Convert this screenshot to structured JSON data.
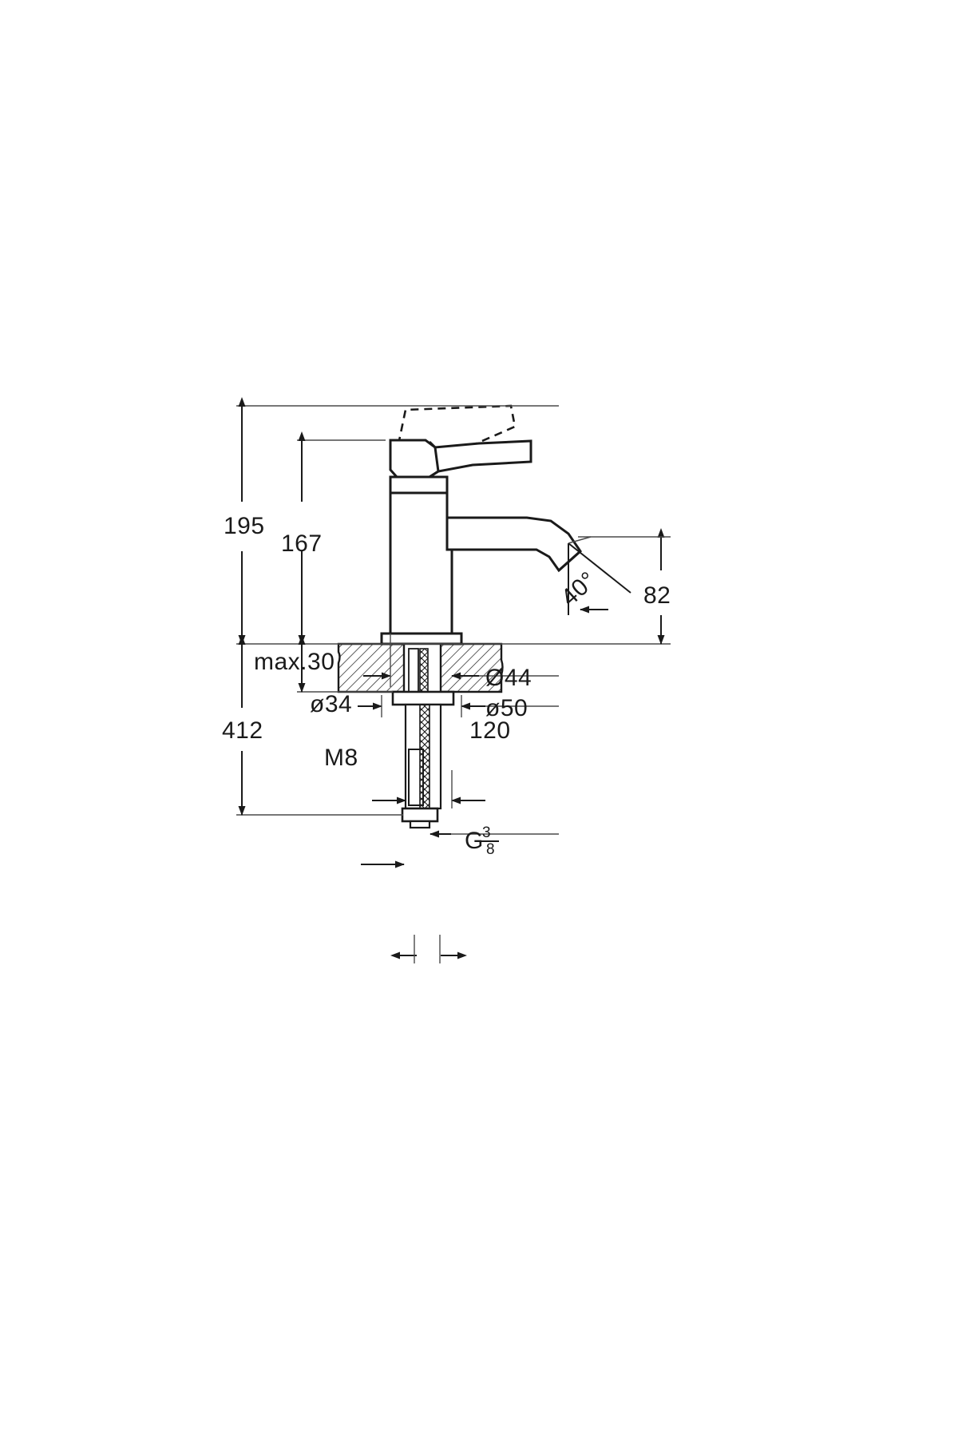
{
  "document": {
    "type": "technical-drawing",
    "subject": "basin-mixer-faucet-dimensional-drawing",
    "background_color": "#ffffff",
    "line_color": "#1a1a1a",
    "dim_line_color": "#4a4a4a"
  },
  "dimensions": {
    "overall_height": "195",
    "spout_height": "167",
    "body_diameter": "Ø44",
    "base_diameter": "ø50",
    "spout_reach_angle": "40°",
    "spout_offset": "82",
    "max_counter_thickness": "max.30",
    "washer_diameter": "ø34",
    "total_length": "412",
    "hose_length": "120",
    "stud_thread": "M8",
    "supply_thread_prefix": "G",
    "supply_thread_numerator": "3",
    "supply_thread_denominator": "8"
  },
  "labels": [
    {
      "id": "height-195",
      "text": "195",
      "note": "overall height from counter to lever top"
    },
    {
      "id": "height-167",
      "text": "167",
      "note": "counter to spout outlet height"
    },
    {
      "id": "dia-44",
      "text": "Ø44",
      "note": "body cylinder diameter"
    },
    {
      "id": "dia-50",
      "text": "ø50",
      "note": "base escutcheon diameter"
    },
    {
      "id": "angle-40",
      "text": "40°",
      "note": "spout outlet angle"
    },
    {
      "id": "offset-82",
      "text": "82",
      "note": "spout projection from centre"
    },
    {
      "id": "max-30",
      "text": "max.30",
      "note": "maximum counter top thickness"
    },
    {
      "id": "dia-34",
      "text": "ø34",
      "note": "mounting washer diameter"
    },
    {
      "id": "length-412",
      "text": "412",
      "note": "overall assembly length"
    },
    {
      "id": "length-120",
      "text": "120",
      "note": "flexible hose length"
    },
    {
      "id": "thread-m8",
      "text": "M8",
      "note": "stud bolt thread size"
    },
    {
      "id": "thread-g38",
      "text": "G3/8",
      "note": "supply connection thread"
    }
  ]
}
